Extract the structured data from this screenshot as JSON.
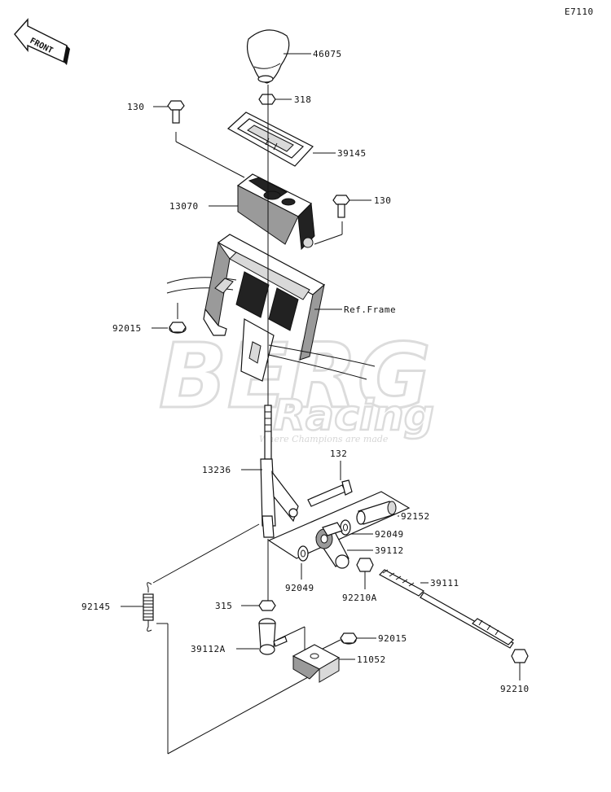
{
  "diagram": {
    "code": "E7110",
    "direction_badge": "FRONT",
    "watermark": {
      "main": "BERG",
      "sub": "Racing",
      "tagline": "Where Champions are made"
    },
    "parts": [
      {
        "id": "46075"
      },
      {
        "id": "318"
      },
      {
        "id": "39145"
      },
      {
        "id": "130"
      },
      {
        "id": "130"
      },
      {
        "id": "13070"
      },
      {
        "id": "Ref.Frame"
      },
      {
        "id": "92015"
      },
      {
        "id": "132"
      },
      {
        "id": "13236"
      },
      {
        "id": "92152"
      },
      {
        "id": "92049"
      },
      {
        "id": "39112"
      },
      {
        "id": "92049"
      },
      {
        "id": "92210A"
      },
      {
        "id": "39111"
      },
      {
        "id": "92145"
      },
      {
        "id": "315"
      },
      {
        "id": "92015"
      },
      {
        "id": "39112A"
      },
      {
        "id": "11052"
      },
      {
        "id": "92210"
      }
    ]
  }
}
